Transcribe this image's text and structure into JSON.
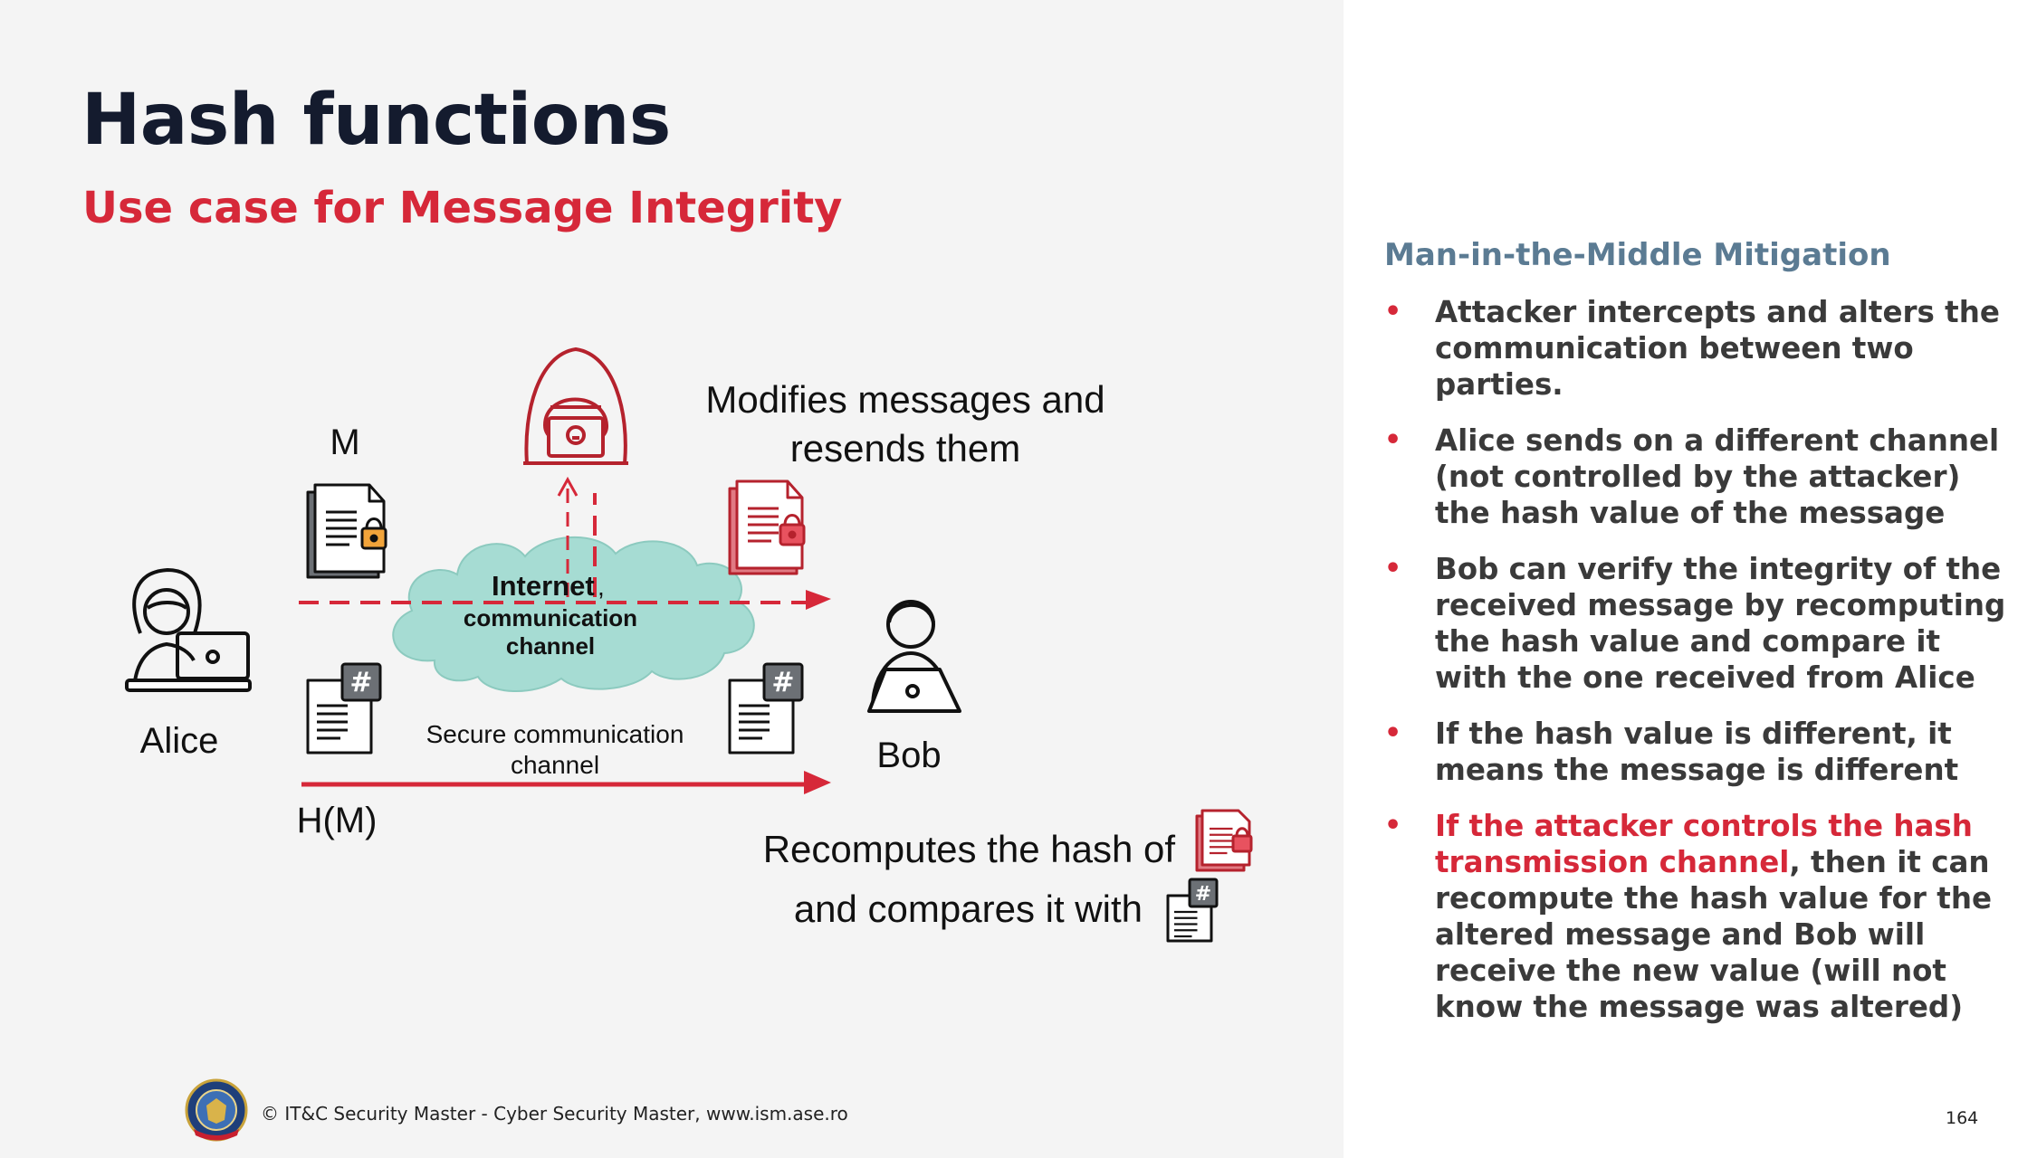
{
  "slide": {
    "title": "Hash functions",
    "subtitle": "Use case for Message Integrity"
  },
  "diagram": {
    "label_m": "M",
    "label_hm": "H(M)",
    "label_alice": "Alice",
    "label_bob": "Bob",
    "cloud_label_1": "Internet",
    "cloud_label_comma": ",",
    "cloud_label_2": "communication",
    "cloud_label_3": "channel",
    "secure_channel_1": "Secure communication",
    "secure_channel_2": "channel",
    "attacker_note_1": "Modifies messages and",
    "attacker_note_2": "resends them",
    "bob_note_1": "Recomputes the hash of",
    "bob_note_2": "and compares it with",
    "hash_glyph": "#"
  },
  "side": {
    "heading": "Man-in-the-Middle Mitigation",
    "bullets": [
      "Attacker intercepts and alters the communication between two parties.",
      "Alice sends on a different channel (not controlled by the attacker) the hash value of the message",
      "Bob can verify the integrity of the received message by recomputing the hash value and compare it with the one received from Alice",
      "If the hash value is different, it means the message is different"
    ],
    "last_bullet_highlight": "If the attacker controls the hash transmission channel",
    "last_bullet_rest": ", then it can recompute the hash value for the altered message and Bob will receive the new value (will not know the message was altered)",
    "bullet_glyph": "•"
  },
  "footer": {
    "text": "© IT&C Security Master - Cyber Security Master, www.ism.ase.ro",
    "page_number": "164"
  },
  "colors": {
    "accent_red": "#d62839",
    "title_navy": "#141b2e",
    "heading_slate": "#5b7b93",
    "cloud_teal": "#a6dcd3"
  },
  "icons": [
    "alice-laptop-icon",
    "bob-laptop-icon",
    "hacker-icon",
    "locked-document-icon",
    "hash-document-icon",
    "cloud-icon",
    "university-seal-icon"
  ]
}
